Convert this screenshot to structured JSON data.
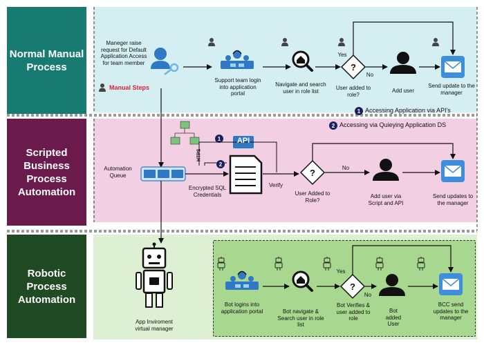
{
  "rows": [
    {
      "label": "Normal Manual Process",
      "label_color": "#177b72",
      "bg": "#d4eef2",
      "texts": {
        "manager": "Maneger raise request for Default Application Access for team member",
        "manual": "Manual Steps",
        "support": "Support team login into application portal",
        "navigate": "Navigate and search user in role list",
        "yes": "Yes",
        "no": "No",
        "decision": "User added to role?",
        "add_user": "Add user",
        "send": "Send update to the manager"
      }
    },
    {
      "label": "Scripted Business Process Automation",
      "label_color": "#6b1a4c",
      "bg": "#f2cfe3",
      "texts": {
        "queue": "Automation Queue",
        "https": "HTPS",
        "api": "API",
        "encrypted": "Encrypted SQL Credentials",
        "verify": "Verify",
        "no": "No",
        "decision": "User Added to Role?",
        "add_user": "Add user via Script and API",
        "send": "Send updates to the manager"
      }
    },
    {
      "label": "Robotic Process Automation",
      "label_color": "#1f4a23",
      "bg": "#def0d3",
      "inner_bg": "#a8d890",
      "texts": {
        "robot": "App Inviroment virtual manager",
        "bot_login": "Bot logins into application portal",
        "bot_nav": "Bot navigate & Search user in role list",
        "yes": "Yes",
        "no": "No",
        "bot_verify": "Bot Verifies & user added to role",
        "bot_added": "Bot added User",
        "bcc": "BCC send updates to the manager"
      }
    }
  ],
  "notes": [
    {
      "num": "1",
      "text": "Accessing Application via API's"
    },
    {
      "num": "2",
      "text": "Accessing via Quieying Application DS"
    }
  ],
  "colors": {
    "icon_dark": "#111111",
    "icon_blue": "#2f79c4",
    "mail_blue": "#3e8edb",
    "number_badge": "#1c1f5e"
  }
}
